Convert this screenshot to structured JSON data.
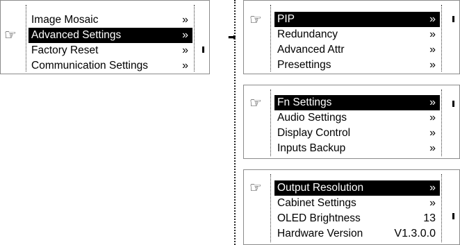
{
  "menu_main": {
    "items": [
      {
        "label": "Image Mosaic",
        "indicator": "»",
        "selected": false
      },
      {
        "label": "Advanced Settings",
        "indicator": "»",
        "selected": true
      },
      {
        "label": "Factory Reset",
        "indicator": "»",
        "selected": false
      },
      {
        "label": "Communication Settings",
        "indicator": "»",
        "selected": false
      }
    ],
    "pointer_icon": "pointing-hand-icon"
  },
  "arrow_icon": "right-arrow-icon",
  "submenu_advanced_page1": {
    "items": [
      {
        "label": "PIP",
        "indicator": "»",
        "selected": true
      },
      {
        "label": "Redundancy",
        "indicator": "»",
        "selected": false
      },
      {
        "label": "Advanced Attr",
        "indicator": "»",
        "selected": false
      },
      {
        "label": "Presettings",
        "indicator": "»",
        "selected": false
      }
    ]
  },
  "submenu_advanced_page2": {
    "items": [
      {
        "label": "Fn Settings",
        "indicator": "»",
        "selected": true
      },
      {
        "label": "Audio Settings",
        "indicator": "»",
        "selected": false
      },
      {
        "label": "Display Control",
        "indicator": "»",
        "selected": false
      },
      {
        "label": "Inputs Backup",
        "indicator": "»",
        "selected": false
      }
    ]
  },
  "submenu_advanced_page3": {
    "items": [
      {
        "label": "Output Resolution",
        "indicator": "»",
        "selected": true
      },
      {
        "label": "Cabinet Settings",
        "indicator": "»",
        "selected": false
      },
      {
        "label": "OLED Brightness",
        "indicator": "13",
        "selected": false
      },
      {
        "label": "Hardware Version",
        "indicator": "V1.3.0.0",
        "selected": false
      }
    ]
  }
}
